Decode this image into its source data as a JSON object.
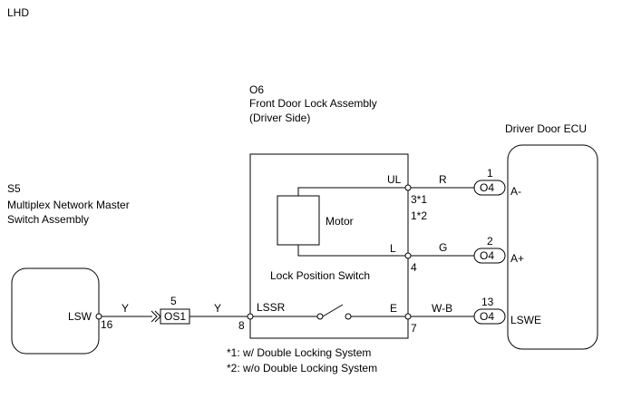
{
  "header": {
    "label": "LHD"
  },
  "components": {
    "s5": {
      "code": "S5",
      "name_line1": "Multiplex Network Master",
      "name_line2": "Switch Assembly",
      "terminal": "LSW",
      "pin": "16"
    },
    "o6": {
      "code": "O6",
      "name_line1": "Front Door Lock Assembly",
      "name_line2": "(Driver Side)",
      "motor_label": "Motor",
      "switch_label": "Lock Position Switch",
      "term_ul": "UL",
      "term_l": "L",
      "term_e": "E",
      "term_lssr": "LSSR",
      "pin_ul": "3*1",
      "pin_ul_alt": "1*2",
      "pin_l": "4",
      "pin_e": "7",
      "pin_lssr": "8"
    },
    "ecu": {
      "name": "Driver Door ECU",
      "term_a_minus": "A-",
      "term_a_plus": "A+",
      "term_lswe": "LSWE",
      "pin_a_minus": "1",
      "pin_a_plus": "2",
      "pin_lswe": "13"
    }
  },
  "connectors": {
    "os1": {
      "label": "OS1",
      "pin": "5"
    },
    "o4": {
      "label": "O4"
    }
  },
  "wires": {
    "y1": "Y",
    "y2": "Y",
    "r": "R",
    "g": "G",
    "wb": "W-B"
  },
  "notes": {
    "note1": "*1: w/ Double Locking System",
    "note2": "*2: w/o Double Locking System"
  }
}
